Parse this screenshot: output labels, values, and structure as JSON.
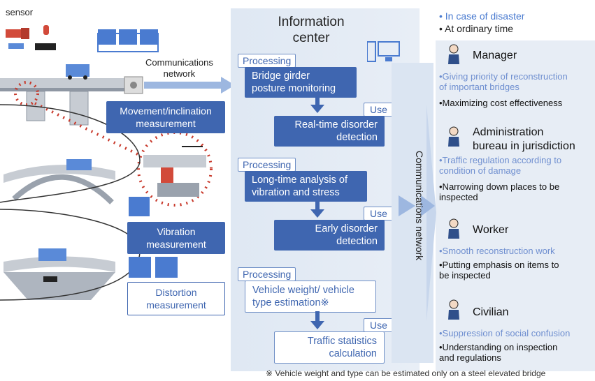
{
  "sensor_label": "sensor",
  "communications_network_label": "Communications\nnetwork",
  "measurements": {
    "movement": "Movement/inclination\nmeasurement",
    "vibration": "Vibration\nmeasurement",
    "distortion": "Distortion\nmeasurement"
  },
  "info_center": {
    "title": "Information\ncenter"
  },
  "processing_tag": "Processing",
  "use_tag": "Use",
  "flows": [
    {
      "processing": "Bridge girder\nposture monitoring",
      "use": "Real-time disorder\ndetection"
    },
    {
      "processing": "Long-time analysis of\nvibration and stress",
      "use": "Early disorder\ndetection"
    },
    {
      "processing": "Vehicle weight/ vehicle\ntype estimation※",
      "use": "Traffic statistics\ncalculation"
    }
  ],
  "vertical_network_label": "Communications network",
  "legend": {
    "disaster": "• In case of disaster",
    "ordinary": "• At ordinary time"
  },
  "roles": [
    {
      "title": "Manager",
      "blue": "•Giving priority of reconstruction\nof important bridges",
      "black": "•Maximizing cost effectiveness"
    },
    {
      "title": "Administration\nbureau in jurisdiction",
      "blue": "•Traffic regulation according to\ncondition of damage",
      "black": "•Narrowing down places to be\ninspected"
    },
    {
      "title": "Worker",
      "blue": "•Smooth reconstruction work",
      "black": "•Putting emphasis on items to\nbe inspected"
    },
    {
      "title": "Civilian",
      "blue": "•Suppression of social confusion",
      "black": "•Understanding on inspection\nand regulations"
    }
  ],
  "footnote": "※ Vehicle weight and type can be estimated only on a steel elevated bridge",
  "colors": {
    "primary": "#3f66b0",
    "light_bg": "#e7edf5",
    "sensor_red": "#d24a3a"
  }
}
